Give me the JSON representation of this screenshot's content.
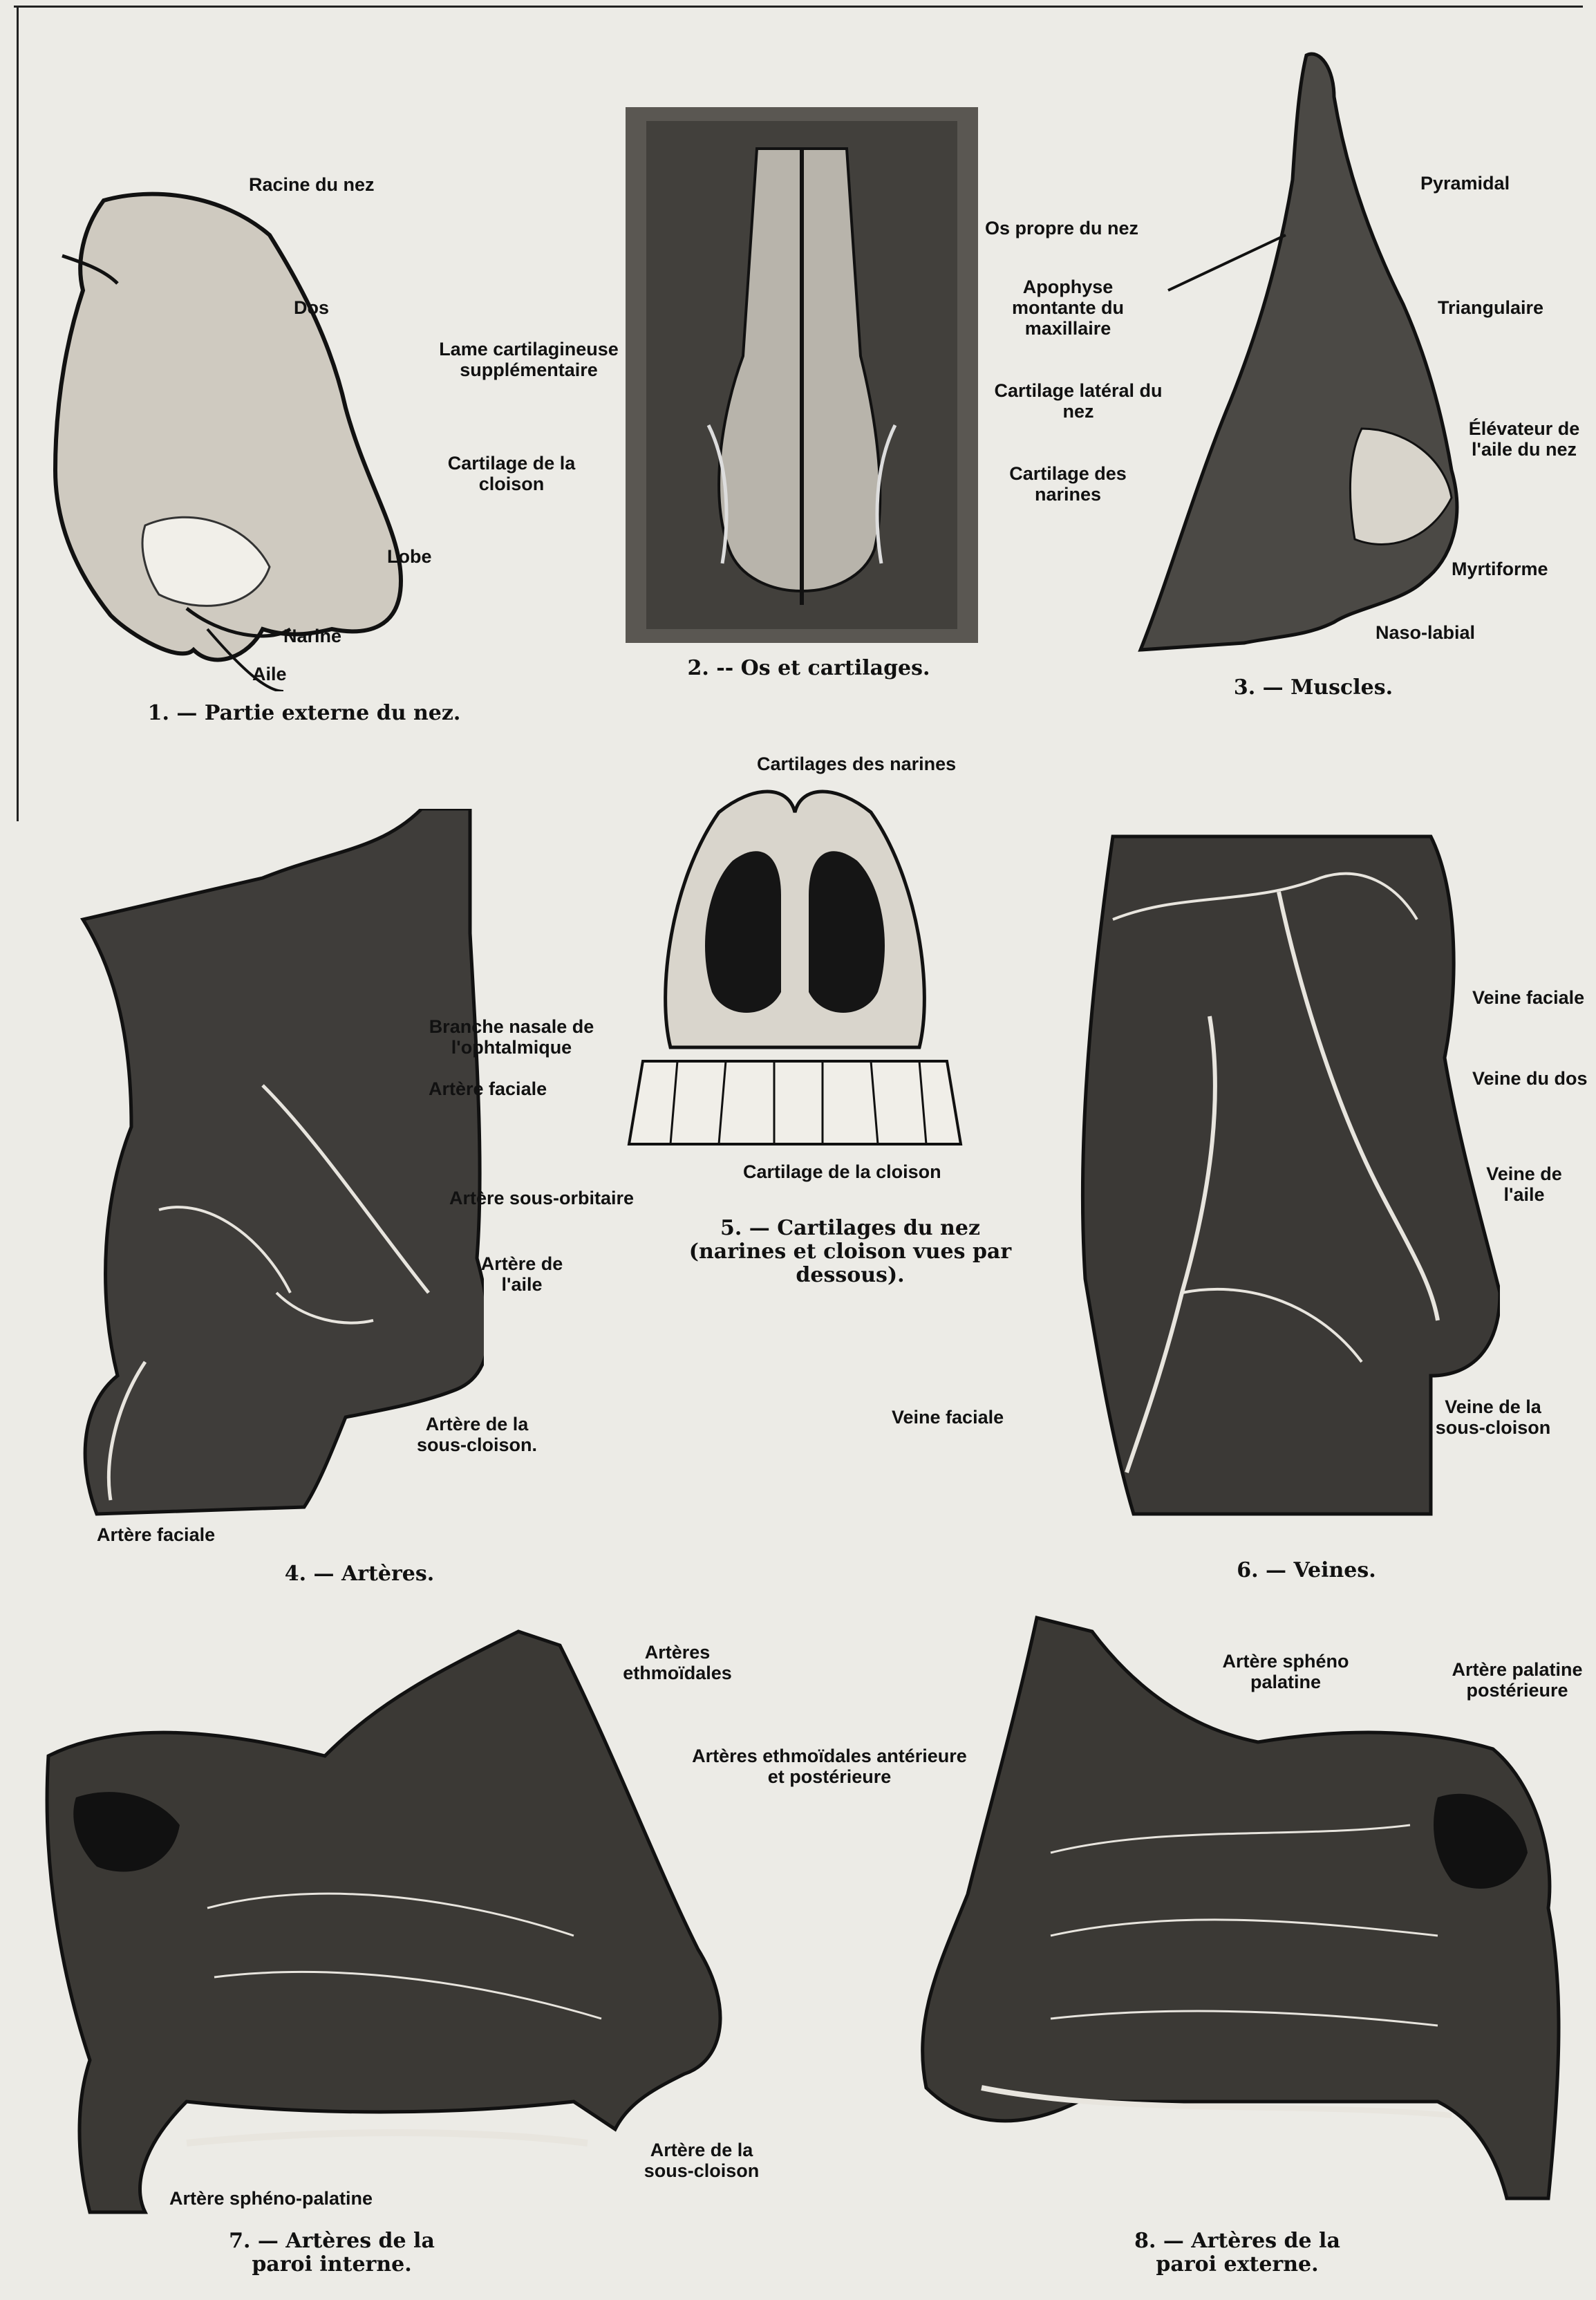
{
  "figures": [
    {
      "caption": "1. — Partie externe du nez.",
      "labels": [
        "Racine du nez",
        "Dos",
        "Lobe",
        "Narine",
        "Aile"
      ]
    },
    {
      "caption": "2. -- Os et cartilages.",
      "labels": [
        "Os propre du nez",
        "Apophyse montante du maxillaire",
        "Lame cartilagineuse supplémentaire",
        "Cartilage latéral du nez",
        "Cartilage de la cloison",
        "Cartilage des narines"
      ]
    },
    {
      "caption": "3. — Muscles.",
      "labels": [
        "Pyramidal",
        "Triangulaire",
        "Élévateur de l'aile du nez",
        "Myrtiforme",
        "Naso-labial"
      ]
    },
    {
      "caption": "4. — Artères.",
      "labels": [
        "Branche nasale de l'ophtalmique",
        "Artère faciale",
        "Artère sous-orbitaire",
        "Artère de l'aile",
        "Artère de la sous-cloison.",
        "Artère faciale"
      ]
    },
    {
      "caption": "5. — Cartilages du nez (narines et cloison vues par dessous).",
      "labels": [
        "Cartilages des narines",
        "Cartilage de la cloison"
      ]
    },
    {
      "caption": "6. — Veines.",
      "labels": [
        "Veine faciale",
        "Veine du dos",
        "Veine de l'aile",
        "Veine faciale",
        "Veine de la sous-cloison"
      ]
    },
    {
      "caption": "7. — Artères de la paroi interne.",
      "labels": [
        "Artères ethmoïdales",
        "Artère de la sous-cloison",
        "Artère sphéno-palatine"
      ]
    },
    {
      "caption": "8. — Artères de la paroi externe.",
      "labels": [
        "Artère sphéno palatine",
        "Artère palatine postérieure",
        "Artères ethmoïdales antérieure et postérieure"
      ]
    }
  ]
}
